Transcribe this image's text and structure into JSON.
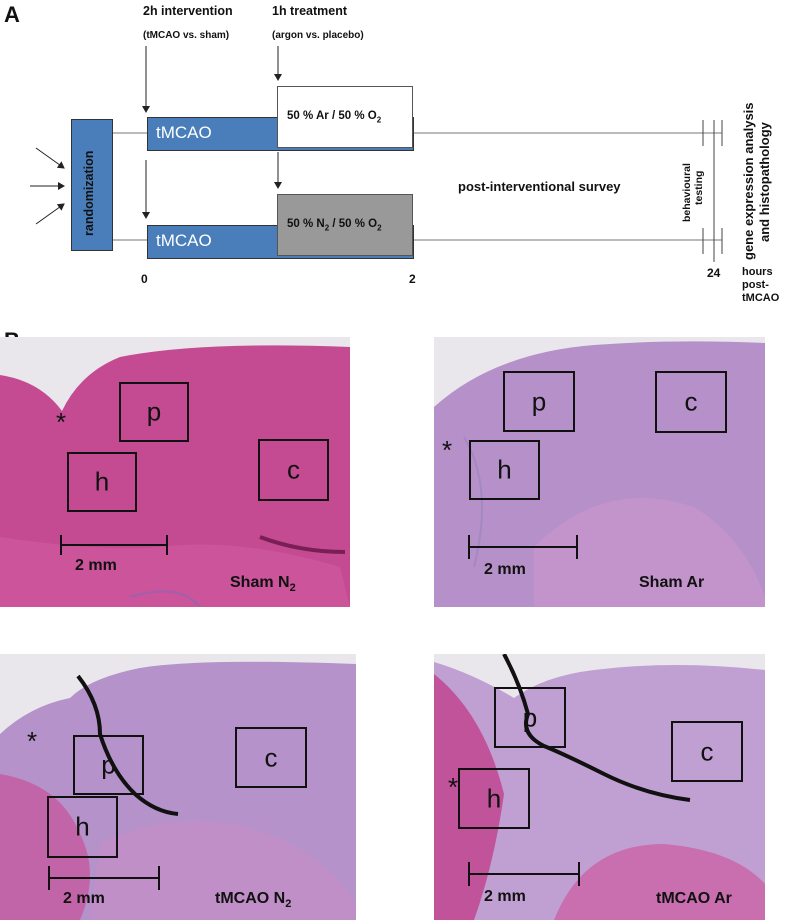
{
  "panel_a": {
    "letter": "A",
    "intervention_title": "2h intervention",
    "intervention_sub": "(tMCAO vs. sham)",
    "treatment_title": "1h treatment",
    "treatment_sub": "(argon vs. placebo)",
    "randomization": "randomization",
    "tmcao": "tMCAO",
    "ar_gas": "50 % Ar / 50 % O",
    "n2_gas_a": "50 % N",
    "n2_gas_b": " / 50 % O",
    "sub2": "2",
    "survey": "post-interventional survey",
    "behavioural": "behavioural",
    "testing": "testing",
    "gene": "gene expression analysis",
    "histo": "and histopathology",
    "tick_0": "0",
    "tick_2": "2",
    "tick_24": "24",
    "hours": "hours",
    "post": "post-",
    "tmcao_unit": "tMCAO",
    "colors": {
      "tmcao_box": "#4a7ebb",
      "placebo_box": "#999999",
      "argon_box": "#ffffff"
    }
  },
  "panel_b": {
    "letter": "B",
    "asterisk": "*",
    "scale": "2 mm",
    "region_p": "p",
    "region_h": "h",
    "region_c": "c",
    "panels": [
      {
        "label": "Sham N",
        "label_sub": "2"
      },
      {
        "label": "Sham Ar",
        "label_sub": ""
      },
      {
        "label": "tMCAO N",
        "label_sub": "2"
      },
      {
        "label": "tMCAO Ar",
        "label_sub": ""
      }
    ],
    "colors": {
      "magenta": "#c8428f",
      "lilac": "#b08ac4"
    }
  }
}
